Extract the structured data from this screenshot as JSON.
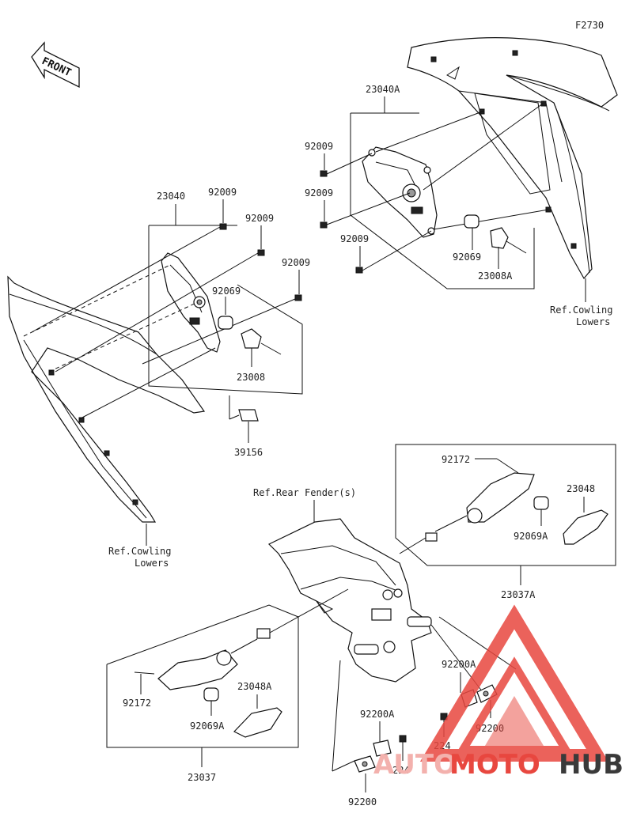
{
  "diagram_code": "F2730",
  "front_label": "FRONT",
  "labels": {
    "p23040A": "23040A",
    "p92009_a": "92009",
    "p92009_b": "92009",
    "p92009_c": "92009",
    "p92069_a": "92069",
    "p23008A": "23008A",
    "ref_cowling_right_1": "Ref.Cowling",
    "ref_cowling_right_2": "Lowers",
    "p23040": "23040",
    "p92009_d": "92009",
    "p92009_e": "92009",
    "p92009_f": "92009",
    "p92069_b": "92069",
    "p23008": "23008",
    "p39156": "39156",
    "ref_cowling_left_1": "Ref.Cowling",
    "ref_cowling_left_2": "Lowers",
    "ref_rear_fender": "Ref.Rear Fender(s)",
    "p92172_a": "92172",
    "p23048": "23048",
    "p92069A_a": "92069A",
    "p23037A": "23037A",
    "p92172_b": "92172",
    "p23048A": "23048A",
    "p92069A_b": "92069A",
    "p23037": "23037",
    "p92200A_a": "92200A",
    "p92200_a": "92200",
    "p224_a": "224",
    "p92200A_b": "92200A",
    "p224_b": "224",
    "p92200_b": "92200"
  },
  "watermark": {
    "text_auto": "AUTO",
    "text_moto": "MOTO",
    "text_hub": "HUB",
    "color_red": "#e8473f",
    "color_dark": "#3a3a3a"
  }
}
